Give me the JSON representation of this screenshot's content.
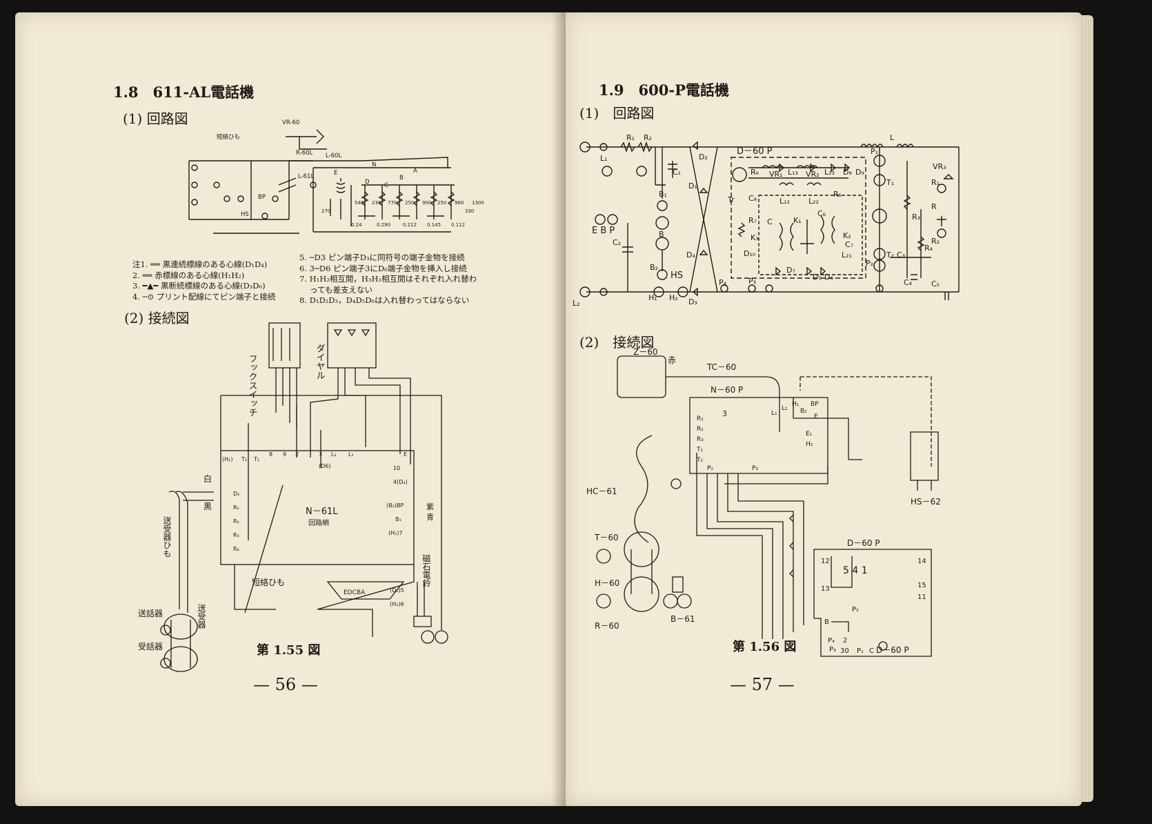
{
  "left_page": {
    "section_title": "1.8　611-AL電話機",
    "circuit_heading": "(1) 回路図",
    "wiring_heading": "(2) 接続図",
    "figure_caption": "第 1.55 図",
    "page_number": "— 56 —",
    "notes_left": [
      "注1. ══ 黒連続標線のある心線(D₁D₄)",
      "2. ══ 赤標線のある心線(H₁H₂)",
      "3. ━▲━ 黒断続標線のある心線(D₃D₆)",
      "4. ─⊙ プリント配線にてピン端子と接続"
    ],
    "notes_right": [
      "5. ─D3 ピン端子D₃に同符号の端子金物を接続",
      "6. 3─D6 ピン端子3にD₆端子金物を挿入し接続",
      "7. H₁H₂相互間，H₃H₁相互間はそれぞれ入れ替わ",
      "　 っても差支えない",
      "8. D₁D₂D₃，D₄D₅D₆は入れ替わってはならない"
    ],
    "circuit_labels": {
      "vr": "VR-60",
      "cord": "短絡ひも",
      "l60l": "L-60L",
      "l61l": "L-61L",
      "r60l": "R-60L",
      "bp": "BP",
      "hs": "HS",
      "letters": [
        "N",
        "E",
        "B",
        "A",
        "D",
        "C"
      ],
      "resistors": [
        "270",
        "540",
        "230",
        "770",
        "250",
        "900",
        "250",
        "960",
        "330",
        "1300"
      ],
      "caps": [
        "0.24",
        "0.290",
        "0.212",
        "0.145",
        "0.112"
      ]
    },
    "wiring_labels": {
      "hook_switch": "フックスイッチ",
      "dial": "ダイヤル",
      "network": "N－61L",
      "network_sub": "回路網",
      "short_cord": "短絡ひも",
      "handset_cord": "送受器ひも",
      "transmitter": "送話器",
      "receiver": "受話器",
      "handset": "送受器",
      "bell": "磁石電鈴",
      "white": "白",
      "black": "黒",
      "purple": "紫",
      "blue": "青",
      "dial_letters": "EDCBA",
      "terminals_top": [
        "(H₁)",
        "T₂",
        "T₁",
        "8",
        "9",
        "2",
        "3",
        "L₂",
        "L₁",
        "E"
      ],
      "terminals_left": [
        "D₂",
        "R₁",
        "R₂",
        "R₃",
        "R₄"
      ],
      "terminals_right": [
        "10",
        "4(D₄)",
        "(B₂)BP",
        "B₁",
        "(H₁)7",
        "(D₅)5",
        "(H₂)6"
      ],
      "d6": "(D6)"
    }
  },
  "right_page": {
    "section_title": "1.9　600-P電話機",
    "circuit_heading": "(1)　回路図",
    "wiring_heading": "(2)　接続図",
    "figure_caption": "第 1.56 図",
    "page_number": "— 57 —",
    "circuit_labels": {
      "d60p": "D－60 P",
      "ebp": "E B P",
      "hs": "HS",
      "parts": [
        "R₁",
        "R₂",
        "L₁",
        "C₁",
        "D₂",
        "D₁",
        "B₁",
        "B",
        "C₂",
        "D₄",
        "B₂",
        "H₁",
        "H₂",
        "D₃",
        "L₂",
        "R₆",
        "VR₁",
        "L₁₃",
        "VR₂",
        "L₂₃",
        "D₈",
        "D₉",
        "Tr",
        "C₈",
        "L₁₂",
        "L₂₂",
        "R₅",
        "R₇",
        "K₁",
        "C₆",
        "K₃",
        "C",
        "K₂",
        "C₇",
        "L₂₁",
        "D₁₀",
        "D₇",
        "D₅",
        "D₆",
        "P₄",
        "P₃",
        "P₁",
        "T₁",
        "R₃",
        "T₂",
        "C₃",
        "P₂",
        "C₄",
        "L",
        "VR₃",
        "R₁",
        "R",
        "R₂",
        "C₅",
        "R₄"
      ]
    },
    "wiring_labels": {
      "z60": "Z－60",
      "red": "赤",
      "tc60": "TC－60",
      "n60p": "N－60 P",
      "hc61": "HC－61",
      "t60": "T－60",
      "h60": "H－60",
      "r60": "R－60",
      "b61": "B－61",
      "hs62": "HS－62",
      "d60p_top": "D－60 P",
      "d60p_bottom": "D－60 P",
      "digits": "5 4 1",
      "num12": "12",
      "num13": "13",
      "num14": "14",
      "num15": "15",
      "num11": "11",
      "term_top": [
        "L₁",
        "L₂",
        "H₁",
        "B₂",
        "BP",
        "E"
      ],
      "term_left": [
        "R₁",
        "R₂",
        "R₃",
        "T₁",
        "T₂",
        "P₂",
        "P₃"
      ],
      "e1": "E₁",
      "h2": "H₂",
      "slot3": "3",
      "bottom_terms": [
        "P₂",
        "B",
        "P₄",
        "2",
        "P₃",
        "30",
        "P₁",
        "C"
      ]
    }
  }
}
